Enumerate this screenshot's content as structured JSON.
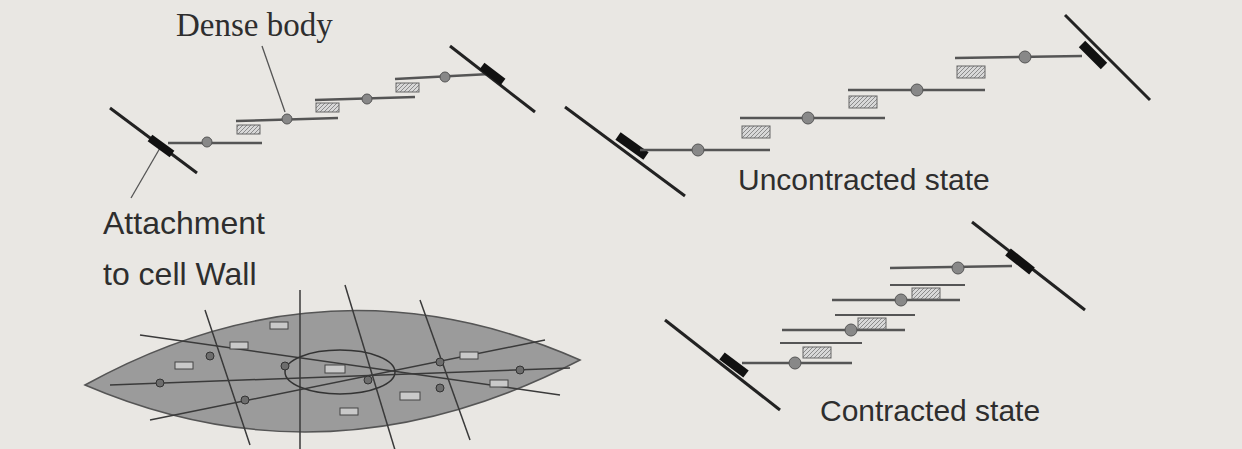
{
  "diagram": {
    "labels": [
      "Dense body",
      "Attachment to cell Wall",
      "Uncontracted state",
      "Contracted state"
    ]
  }
}
